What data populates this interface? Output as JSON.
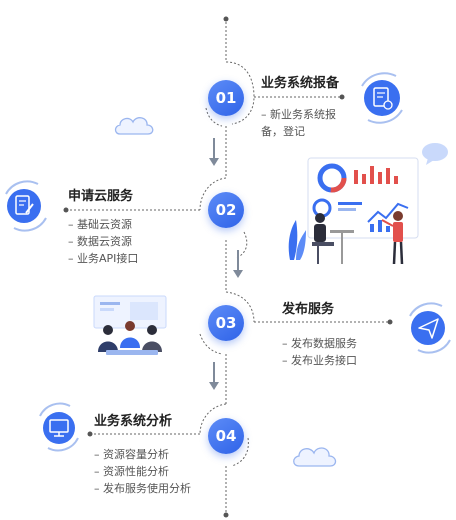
{
  "steps": [
    {
      "num": "01",
      "title": "业务系统报备",
      "items": [
        "新业务系统报备，登记"
      ]
    },
    {
      "num": "02",
      "title": "申请云服务",
      "items": [
        "基础云资源",
        "数据云资源",
        "业务API接口"
      ]
    },
    {
      "num": "03",
      "title": "发布服务",
      "items": [
        "发布数据服务",
        "发布业务接口"
      ]
    },
    {
      "num": "04",
      "title": "业务系统分析",
      "items": [
        "资源容量分析",
        "资源性能分析",
        "发布服务使用分析"
      ]
    }
  ],
  "colors": {
    "accent": "#3a6ff0",
    "line": "#555555",
    "arrow": "#7f8a9a"
  },
  "icons": [
    "document-gear-icon",
    "document-edit-icon",
    "paper-plane-icon",
    "monitor-chart-icon",
    "cloud-icon",
    "chat-bubble-icon"
  ]
}
